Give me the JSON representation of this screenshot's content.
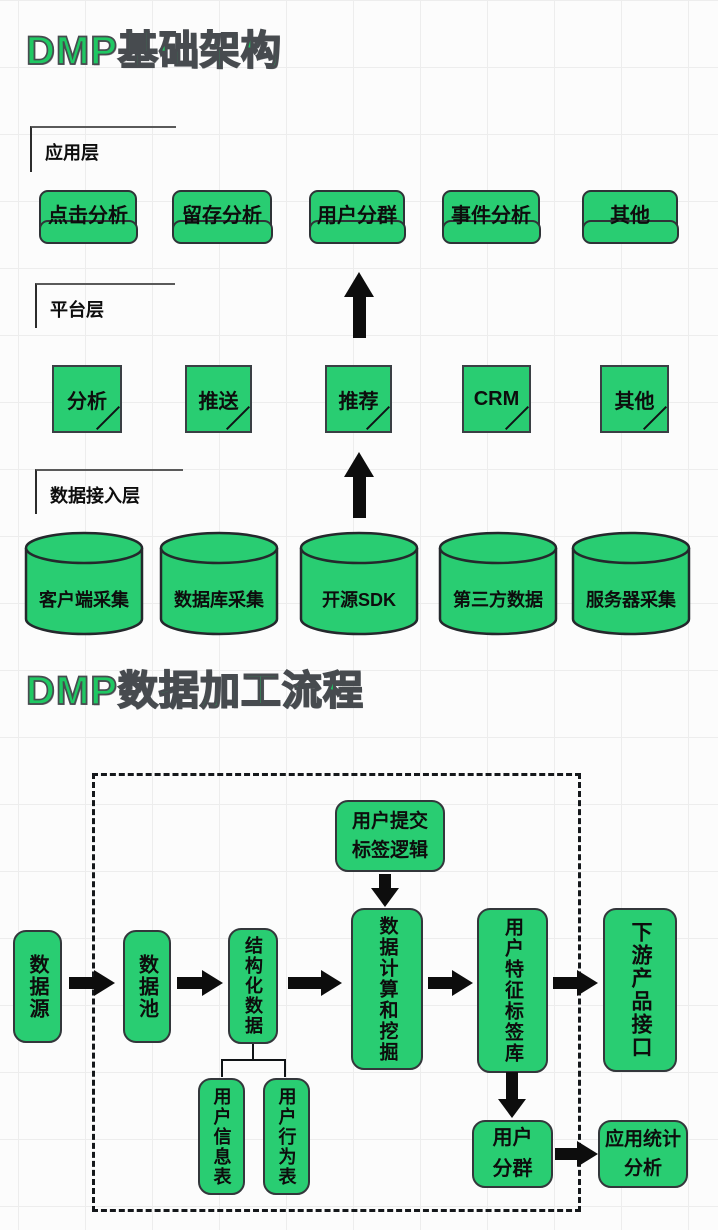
{
  "colors": {
    "node_green": "#29cd72",
    "title_green": "#1fc863",
    "node_outline": "#2f3337",
    "arrow_black": "#0d0d0d",
    "background": "#fcfcfc",
    "grid_line": "#ededed"
  },
  "arch": {
    "title": "DMP基础架构",
    "layers": [
      {
        "label": "应用层",
        "items": [
          "点击分析",
          "留存分析",
          "用户分群",
          "事件分析",
          "其他"
        ]
      },
      {
        "label": "平台层",
        "items": [
          "分析",
          "推送",
          "推荐",
          "CRM",
          "其他"
        ]
      },
      {
        "label": "数据接入层",
        "items": [
          "客户端采集",
          "数据库采集",
          "开源SDK",
          "第三方数据",
          "服务器采集"
        ]
      }
    ]
  },
  "flow": {
    "title": "DMP数据加工流程",
    "nodes": {
      "submit": "用户提交\n标签逻辑",
      "source": "数据源",
      "pool": "数据池",
      "structured": "结构化数据",
      "compute": "数据计算和挖掘",
      "tags": "用户特征标签库",
      "downstream": "下游产品接口",
      "info_table": "用户信息表",
      "behavior_table": "用户行为表",
      "segment": "用户\n分群",
      "stats": "应用统计\n分析"
    }
  }
}
